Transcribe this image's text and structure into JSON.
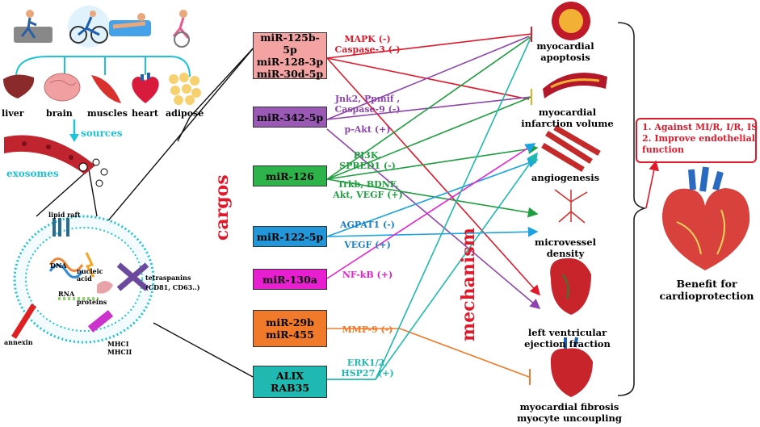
{
  "left_panel": {
    "organs": [
      "liver",
      "brain",
      "muscles",
      "heart",
      "adipose"
    ],
    "sources_label": "sources",
    "exosomes_label": "exosomes",
    "lipid_raft_label": "lipid raft",
    "dna_label": "DNA",
    "nucleic_acid_label": "nucleic acid",
    "rna_label": "RNA",
    "proteins_label": "proteins",
    "tetraspanins_label": "tetraspanins",
    "tetraspanins_examples": "(CD81, CD63..)",
    "annexin_label": "annexin",
    "mhci_label": "MHCI",
    "mhcii_label": "MHCII"
  },
  "cargos_label": "cargos",
  "mechanism_label": "mechanism",
  "cargo_boxes": [
    {
      "lines": [
        "miR-125b-5p",
        "miR-128-3p",
        "miR-30d-5p"
      ],
      "color": "#f4a3a3"
    },
    {
      "lines": [
        "miR-342-5p"
      ],
      "color": "#9b59b6"
    },
    {
      "lines": [
        "miR-126"
      ],
      "color": "#2eb34a"
    },
    {
      "lines": [
        "miR-122-5p"
      ],
      "color": "#2196d8"
    },
    {
      "lines": [
        "miR-130a"
      ],
      "color": "#e81fd0"
    },
    {
      "lines": [
        "miR-29b",
        "miR-455"
      ],
      "color": "#f07a2a"
    },
    {
      "lines": [
        "ALIX",
        "RAB35"
      ],
      "color": "#1fb9b1"
    }
  ],
  "targets": [
    {
      "lines": [
        "MAPK (-)",
        "Caspase-3 (-)"
      ],
      "color": "#e0192b"
    },
    {
      "lines": [
        "Jnk2, Ppmif ,",
        "Caspase-9 (-)"
      ],
      "color": "#8e44ad"
    },
    {
      "lines": [
        "p-Akt (+)"
      ],
      "color": "#8e44ad"
    },
    {
      "lines": [
        "PI3K,",
        "SPRED1 (-)"
      ],
      "color": "#1e9e3e"
    },
    {
      "lines": [
        "Trkb, BDNF,",
        "Akt, VEGF (+)"
      ],
      "color": "#1e9e3e"
    },
    {
      "lines": [
        "AGPAT1 (-)"
      ],
      "color": "#1a7fc4"
    },
    {
      "lines": [
        "VEGF (+)"
      ],
      "color": "#1a7fc4"
    },
    {
      "lines": [
        "NF-kB (+)"
      ],
      "color": "#e81fd0"
    },
    {
      "lines": [
        "MMP-9 (-)"
      ],
      "color": "#f07a2a"
    },
    {
      "lines": [
        "ERK1/2,",
        "HSP27 (+)"
      ],
      "color": "#1fb9b1"
    }
  ],
  "mechanisms": [
    {
      "lines": [
        "myocardial",
        "apoptosis"
      ]
    },
    {
      "lines": [
        "myocardial",
        "infarction volume"
      ]
    },
    {
      "lines": [
        "angiogenesis"
      ]
    },
    {
      "lines": [
        "microvessel",
        "density"
      ]
    },
    {
      "lines": [
        "left ventricular",
        "ejection fraction"
      ]
    },
    {
      "lines": [
        "myocardial fibrosis",
        "myocyte uncoupling"
      ]
    }
  ],
  "benefits": {
    "items": [
      "1. Against MI/R, I/R, IS",
      "2. Improve endothelial",
      "function"
    ],
    "color": "#e0192b",
    "caption_lines": [
      "Benefit for",
      "cardioprotection"
    ]
  }
}
